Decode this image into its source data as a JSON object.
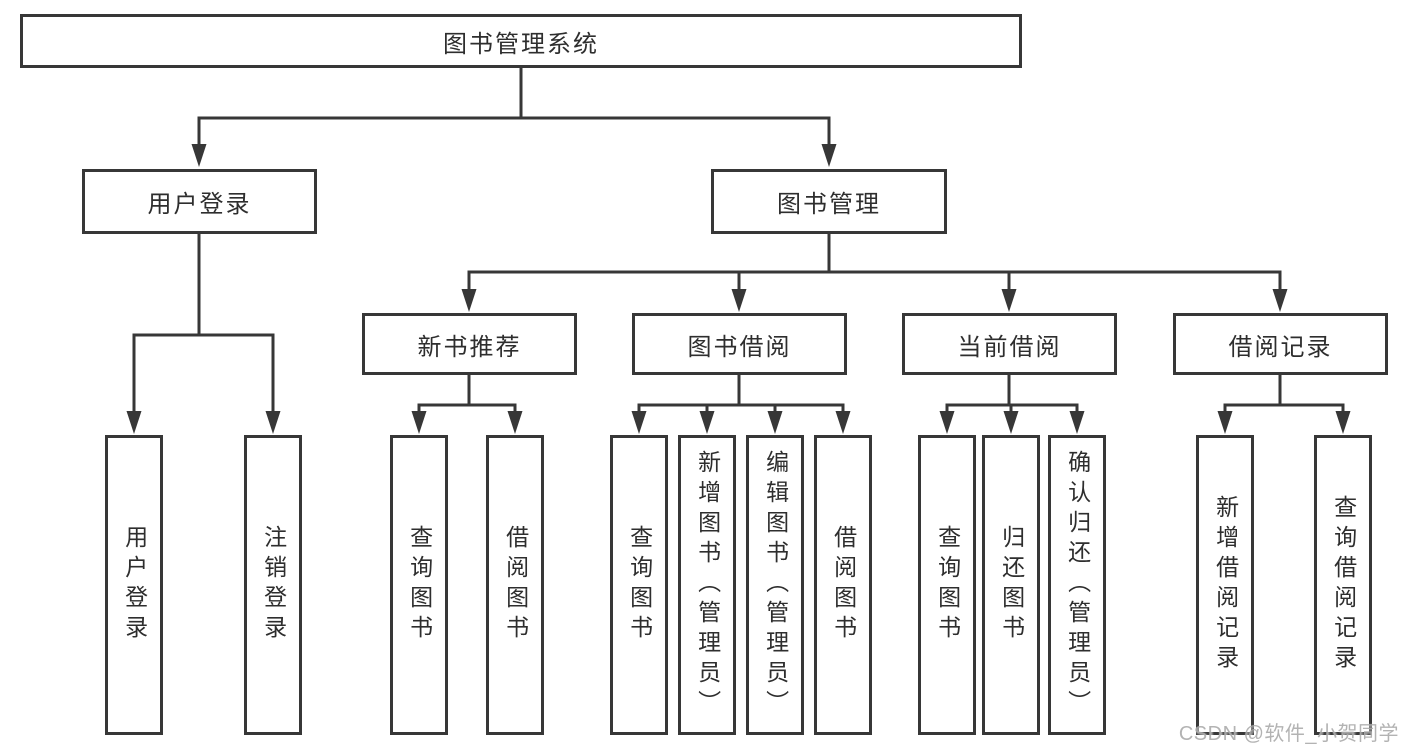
{
  "diagram": {
    "root": {
      "label": "图书管理系统"
    },
    "branches": [
      {
        "label": "用户登录",
        "children": [
          {
            "label": "用户登录"
          },
          {
            "label": "注销登录"
          }
        ]
      },
      {
        "label": "图书管理",
        "children": [
          {
            "label": "新书推荐",
            "children": [
              {
                "label": "查询图书"
              },
              {
                "label": "借阅图书"
              }
            ]
          },
          {
            "label": "图书借阅",
            "children": [
              {
                "label": "查询图书"
              },
              {
                "label": "新增图书（管理员）"
              },
              {
                "label": "编辑图书（管理员）"
              },
              {
                "label": "借阅图书"
              }
            ]
          },
          {
            "label": "当前借阅",
            "children": [
              {
                "label": "查询图书"
              },
              {
                "label": "归还图书"
              },
              {
                "label": "确认归还（管理员）"
              }
            ]
          },
          {
            "label": "借阅记录",
            "children": [
              {
                "label": "新增借阅记录"
              },
              {
                "label": "查询借阅记录"
              }
            ]
          }
        ]
      }
    ],
    "watermark": "CSDN @软件_小贺同学",
    "colors": {
      "line": "#373737",
      "text": "#2e2e2e",
      "background": "#ffffff",
      "watermark": "#a8a8a8"
    }
  }
}
